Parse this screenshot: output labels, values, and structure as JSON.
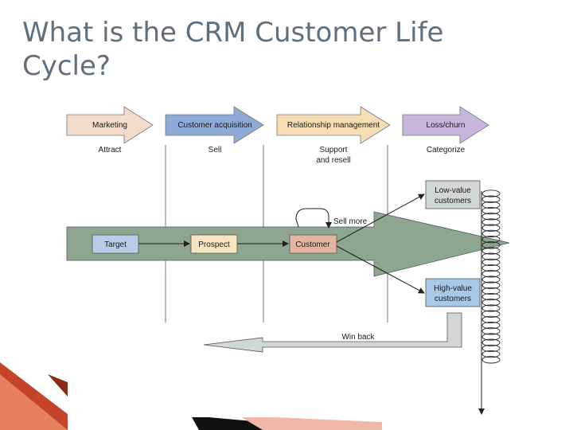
{
  "title": "What is the CRM Customer Life Cycle?",
  "stages": [
    {
      "label": "Marketing",
      "caption": "Attract",
      "color": "#f3dccb"
    },
    {
      "label": "Customer acquisition",
      "caption": "Sell",
      "color": "#8eaad8"
    },
    {
      "label": "Relationship management",
      "caption_line1": "Support",
      "caption_line2": "and resell",
      "color": "#f6ddb4"
    },
    {
      "label": "Loss/churn",
      "caption": "Categorize",
      "color": "#c6b6dc"
    }
  ],
  "flow": {
    "nodes": [
      {
        "label": "Target",
        "color": "#b9cbe9"
      },
      {
        "label": "Prospect",
        "color": "#f6e5c0"
      },
      {
        "label": "Customer",
        "color": "#e1b59f"
      }
    ],
    "band_color": "#8ea58e",
    "sell_more": "Sell more",
    "low_value": {
      "line1": "Low-value",
      "line2": "customers",
      "color": "#cfd8d3"
    },
    "high_value": {
      "line1": "High-value",
      "line2": "customers",
      "color": "#a7c8e8"
    },
    "win_back": "Win back"
  }
}
